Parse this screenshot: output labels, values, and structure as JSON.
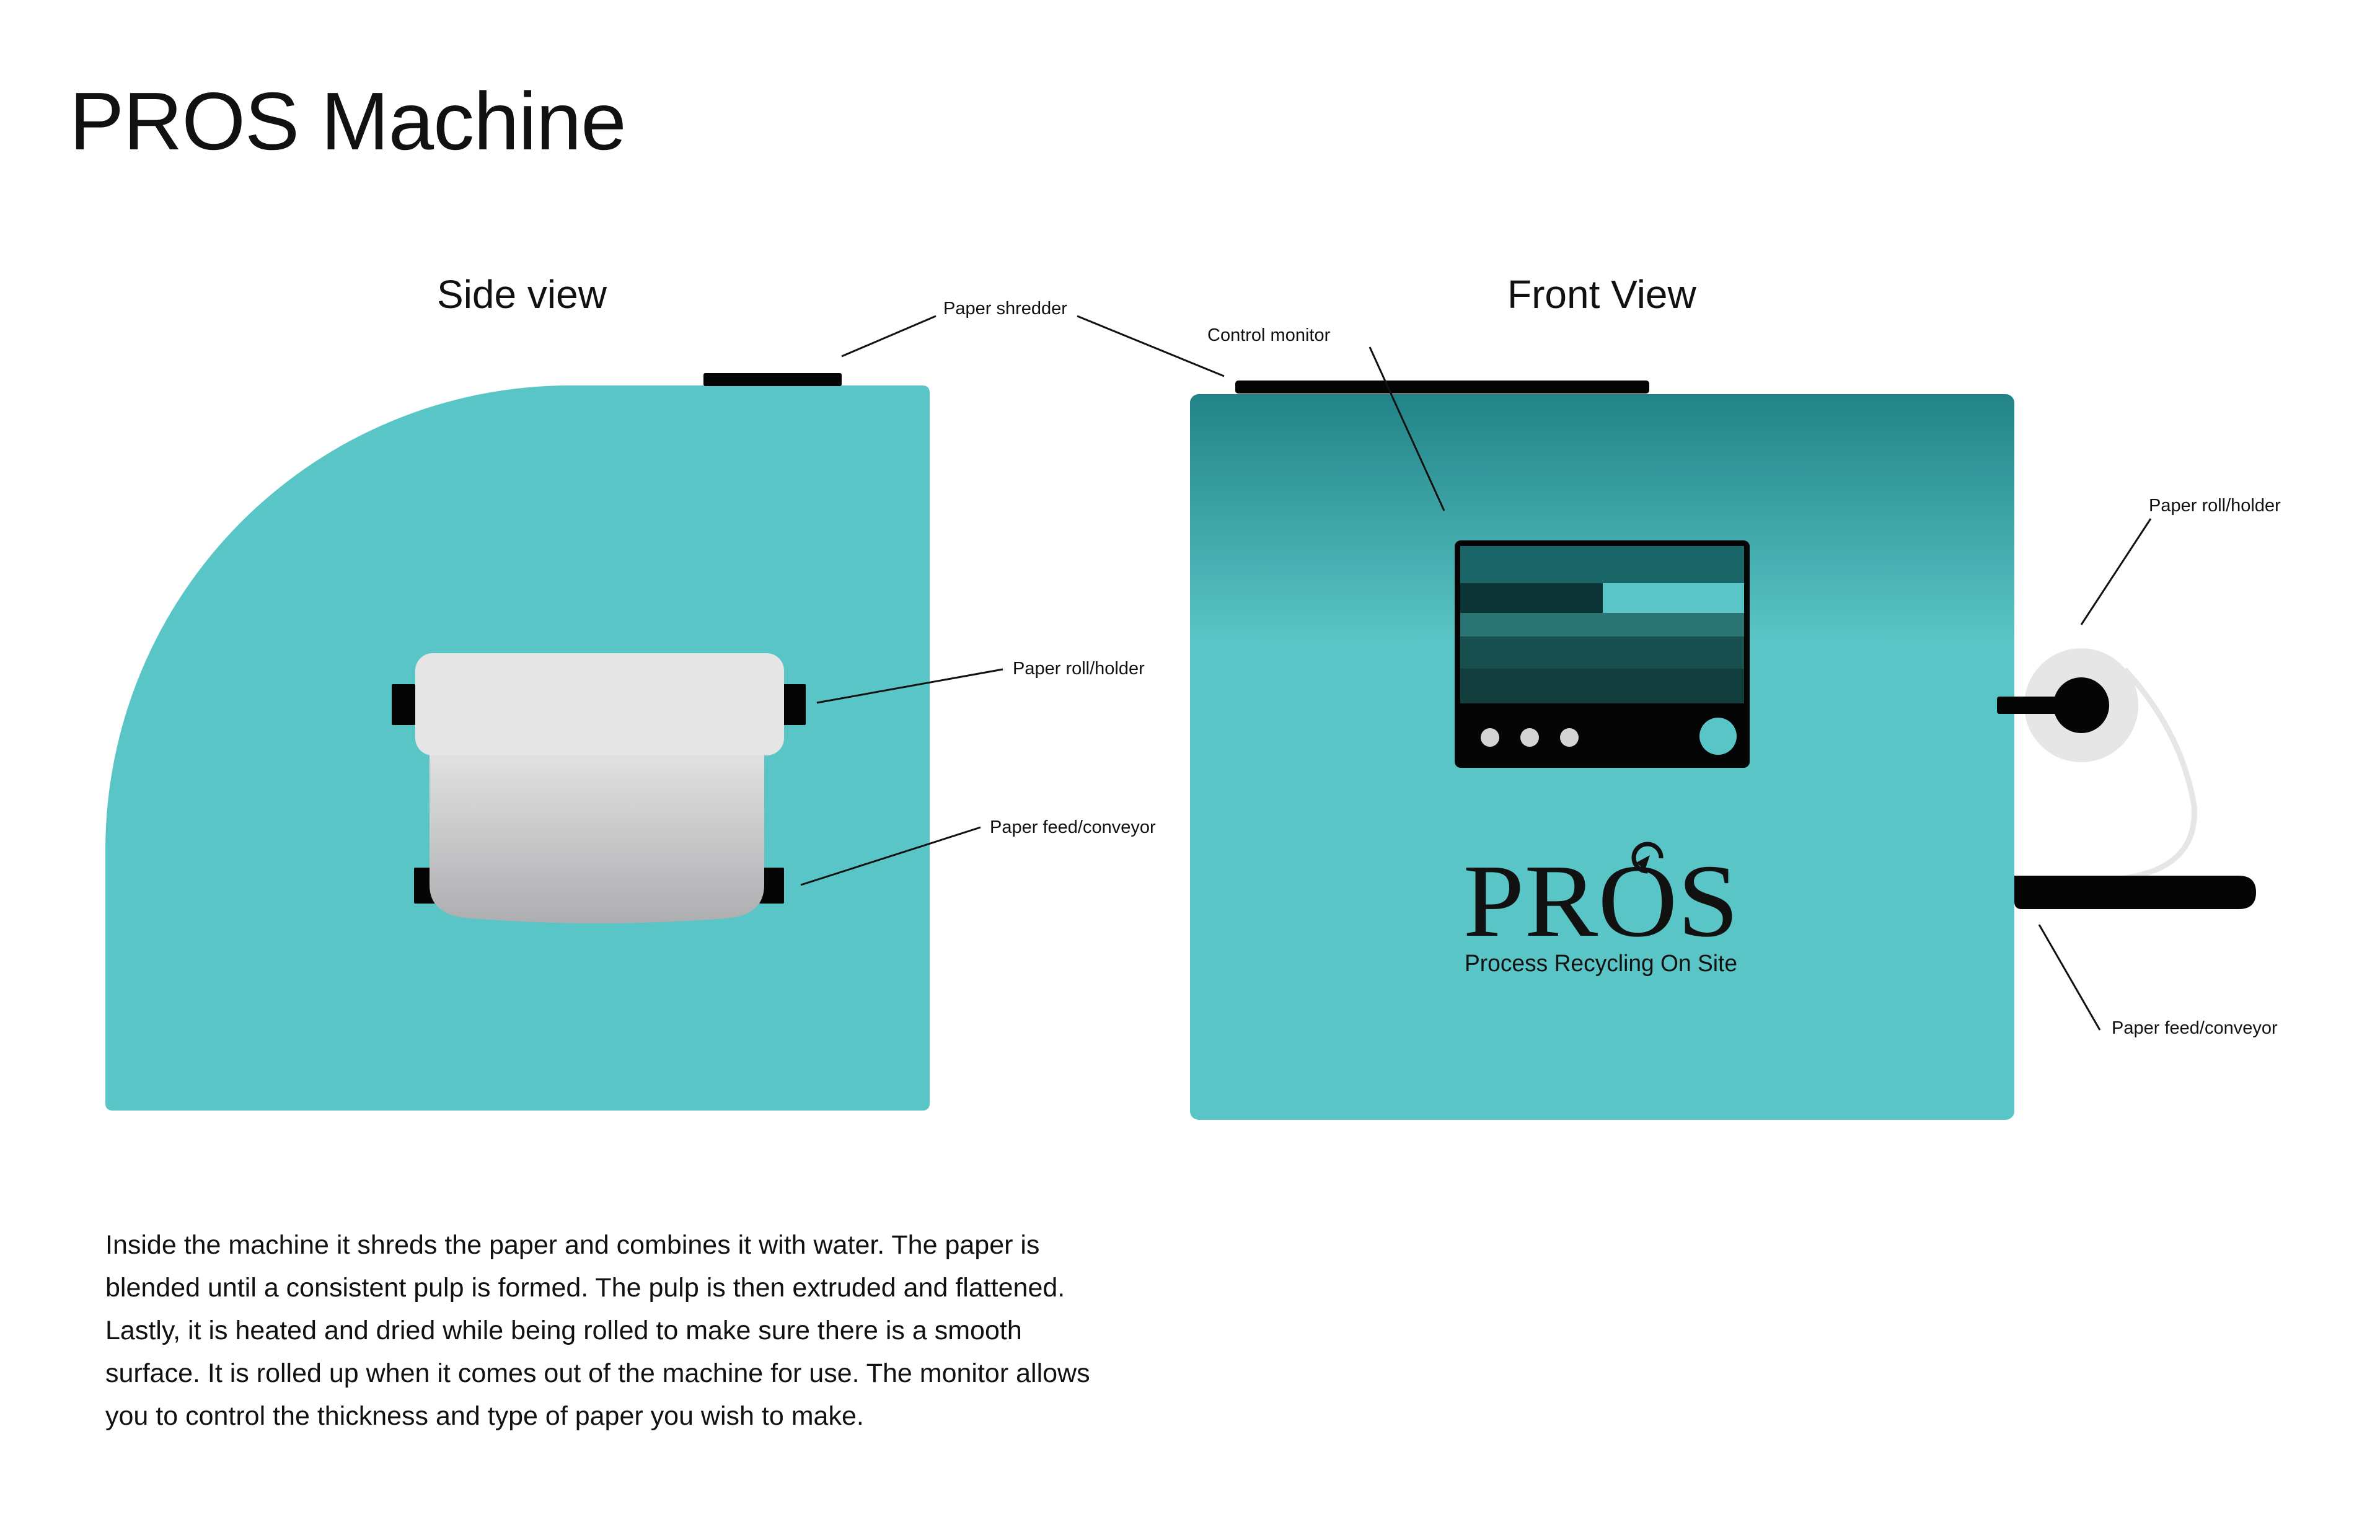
{
  "page": {
    "title": "PROS Machine",
    "description": "Inside the machine it shreds the paper and combines it with water. The paper is blended until a consistent pulp is formed. The pulp is then extruded and flattened. Lastly, it is heated and dried while being rolled to make sure there is a smooth surface. It is rolled up when it comes out of the machine for use. The monitor allows you to control the thickness and type of paper you wish to make."
  },
  "side_view": {
    "title": "Side view",
    "labels": {
      "shredder": "Paper shredder",
      "roll_holder": "Paper roll/holder",
      "feed_conveyor": "Paper feed/conveyor"
    }
  },
  "front_view": {
    "title": "Front View",
    "labels": {
      "control_monitor": "Control monitor",
      "roll_holder": "Paper roll/holder",
      "feed_conveyor": "Paper feed/conveyor"
    },
    "brand": {
      "name": "PROS",
      "tagline": "Process Recycling On Site"
    }
  },
  "colors": {
    "teal": "#5ac5c6",
    "teal_dark": "#218387",
    "black": "#050505",
    "paper_light": "#e6e6e6",
    "paper_dark": "#adaeb0",
    "monitor_band_1": "#1a6668",
    "monitor_band_2a": "#0c3335",
    "monitor_band_2b": "#5ac5c6",
    "monitor_band_3": "#2a7473",
    "monitor_band_4": "#18504f",
    "monitor_band_5": "#133e3e",
    "monitor_button": "#d4d4d4"
  },
  "icons": {
    "brand_mark": "recycle-arrow-icon",
    "monitor_buttons": "dot-button-icon",
    "monitor_knob": "power-knob-icon"
  }
}
